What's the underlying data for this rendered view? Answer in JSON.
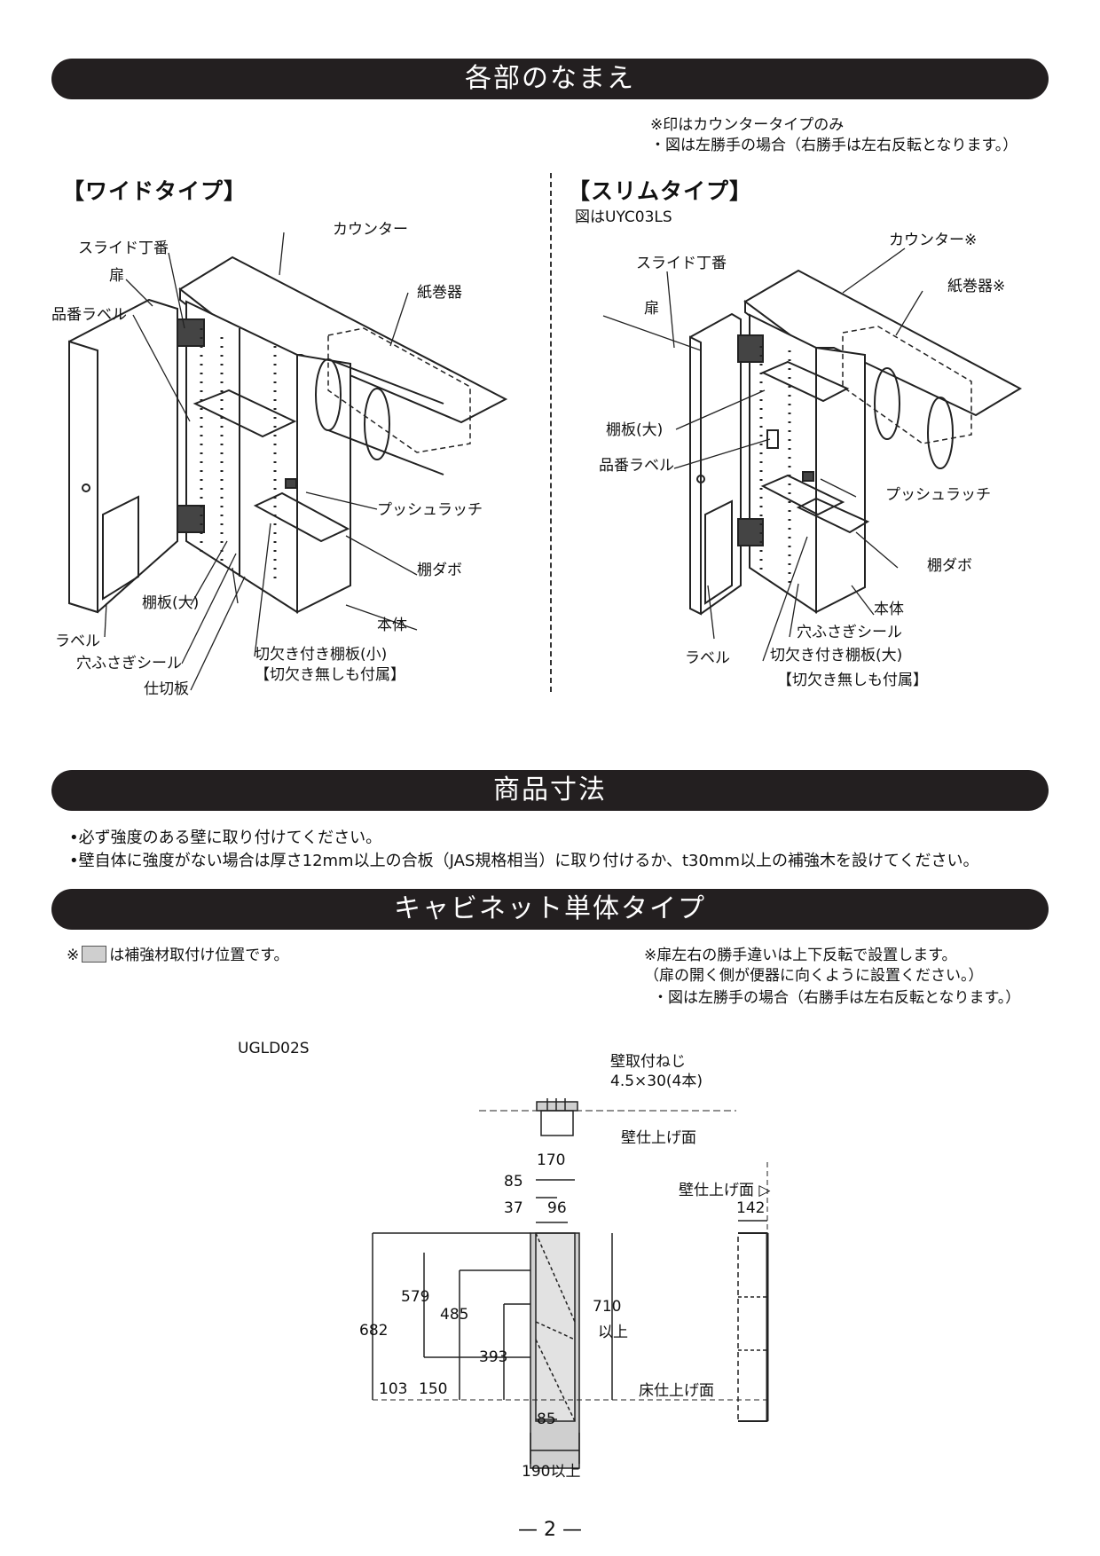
{
  "sections": {
    "parts": "各部のなまえ",
    "dimensions": "商品寸法",
    "cabinet": "キャビネット単体タイプ"
  },
  "parts_notes": {
    "counter_only": "※印はカウンタータイプのみ",
    "left_hand": "・図は左勝手の場合（右勝手は左右反転となります。）"
  },
  "wide": {
    "heading": "【ワイドタイプ】",
    "labels": {
      "counter": "カウンター",
      "slide_hinge": "スライド丁番",
      "door": "扉",
      "part_label": "品番ラベル",
      "paper_holder": "紙巻器",
      "push_latch": "プッシュラッチ",
      "shelf_dowel": "棚ダボ",
      "shelf_large": "棚板(大)",
      "body": "本体",
      "label": "ラベル",
      "hole_seal": "穴ふさぎシール",
      "partition": "仕切板",
      "notched_shelf": "切欠き付き棚板(小)",
      "no_notch": "【切欠き無しも付属】"
    }
  },
  "slim": {
    "heading": "【スリムタイプ】",
    "model_note": "図はUYC03LS",
    "labels": {
      "counter": "カウンター※",
      "slide_hinge": "スライド丁番",
      "paper_holder": "紙巻器※",
      "door": "扉",
      "shelf_large": "棚板(大)",
      "part_label": "品番ラベル",
      "push_latch": "プッシュラッチ",
      "shelf_dowel": "棚ダボ",
      "body": "本体",
      "hole_seal": "穴ふさぎシール",
      "label": "ラベル",
      "notched_shelf": "切欠き付き棚板(大)",
      "no_notch": "【切欠き無しも付属】"
    }
  },
  "dimension_bullets": [
    "•必ず強度のある壁に取り付けてください。",
    "•壁自体に強度がない場合は厚さ12mm以上の合板（JAS規格相当）に取り付けるか、t30mm以上の補強木を設けてください。"
  ],
  "cabinet_notes": {
    "reinforce_prefix": "※",
    "reinforce_suffix": "は補強材取付け位置です。",
    "door_flip": "※扉左右の勝手違いは上下反転で設置します。",
    "door_flip_sub": "（扉の開く側が便器に向くように設置ください。）",
    "left_hand": "・図は左勝手の場合（右勝手は左右反転となります。）"
  },
  "drawing": {
    "model": "UGLD02S",
    "screw_name": "壁取付ねじ",
    "screw_spec": "4.5×30(4本)",
    "wall_surface": "壁仕上げ面",
    "wall_surface_side": "壁仕上げ面 ▷",
    "floor_surface": "床仕上げ面",
    "dims": {
      "w170": "170",
      "w85": "85",
      "w37": "37",
      "w96": "96",
      "d142": "142",
      "h682": "682",
      "h579": "579",
      "h485": "485",
      "h393": "393",
      "h710": "710",
      "h710_suffix": "以上",
      "h103": "103",
      "h150": "150",
      "b85": "85",
      "w190": "190以上"
    }
  },
  "page_number": "— 2 —"
}
